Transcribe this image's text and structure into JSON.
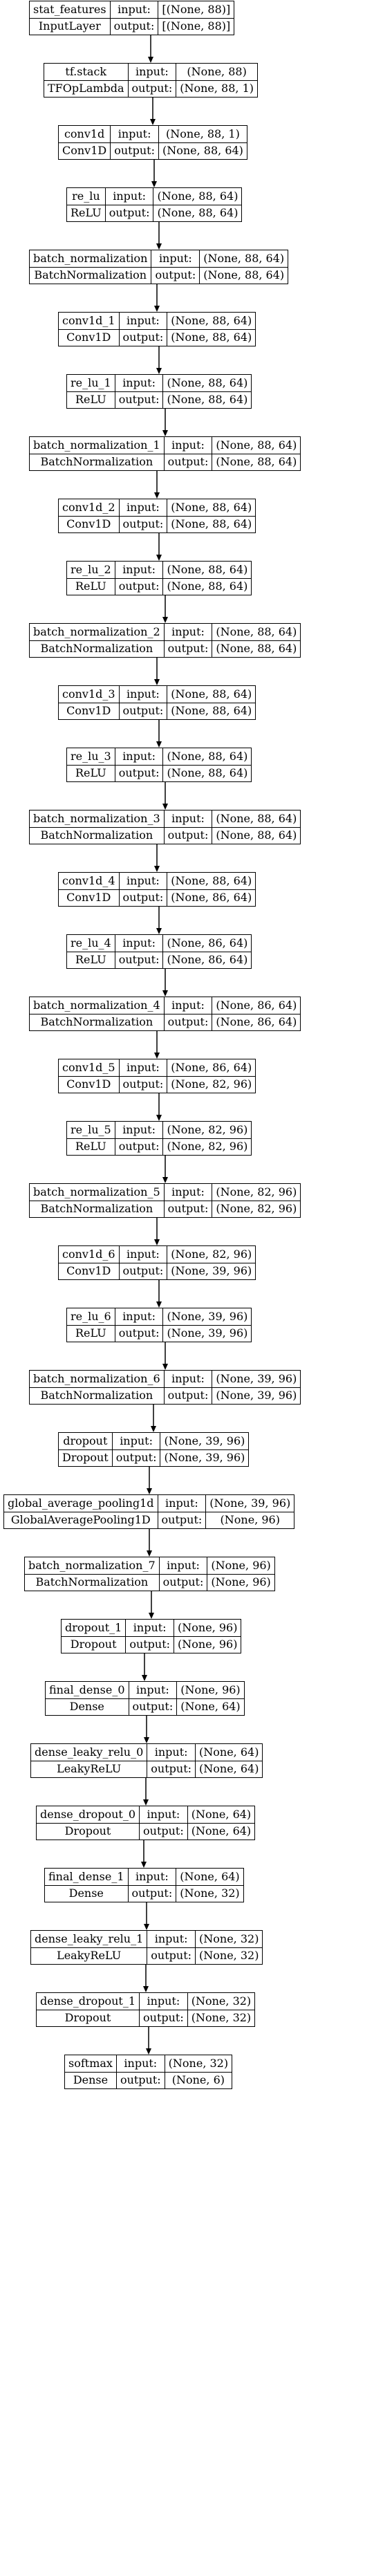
{
  "port_labels": {
    "input": "input:",
    "output": "output:"
  },
  "layers": [
    {
      "name": "stat_features",
      "type": "InputLayer",
      "input": "[(None, 88)]",
      "output": "[(None, 88)]"
    },
    {
      "name": "tf.stack",
      "type": "TFOpLambda",
      "input": "(None, 88)",
      "output": "(None, 88, 1)"
    },
    {
      "name": "conv1d",
      "type": "Conv1D",
      "input": "(None, 88, 1)",
      "output": "(None, 88, 64)"
    },
    {
      "name": "re_lu",
      "type": "ReLU",
      "input": "(None, 88, 64)",
      "output": "(None, 88, 64)"
    },
    {
      "name": "batch_normalization",
      "type": "BatchNormalization",
      "input": "(None, 88, 64)",
      "output": "(None, 88, 64)"
    },
    {
      "name": "conv1d_1",
      "type": "Conv1D",
      "input": "(None, 88, 64)",
      "output": "(None, 88, 64)"
    },
    {
      "name": "re_lu_1",
      "type": "ReLU",
      "input": "(None, 88, 64)",
      "output": "(None, 88, 64)"
    },
    {
      "name": "batch_normalization_1",
      "type": "BatchNormalization",
      "input": "(None, 88, 64)",
      "output": "(None, 88, 64)"
    },
    {
      "name": "conv1d_2",
      "type": "Conv1D",
      "input": "(None, 88, 64)",
      "output": "(None, 88, 64)"
    },
    {
      "name": "re_lu_2",
      "type": "ReLU",
      "input": "(None, 88, 64)",
      "output": "(None, 88, 64)"
    },
    {
      "name": "batch_normalization_2",
      "type": "BatchNormalization",
      "input": "(None, 88, 64)",
      "output": "(None, 88, 64)"
    },
    {
      "name": "conv1d_3",
      "type": "Conv1D",
      "input": "(None, 88, 64)",
      "output": "(None, 88, 64)"
    },
    {
      "name": "re_lu_3",
      "type": "ReLU",
      "input": "(None, 88, 64)",
      "output": "(None, 88, 64)"
    },
    {
      "name": "batch_normalization_3",
      "type": "BatchNormalization",
      "input": "(None, 88, 64)",
      "output": "(None, 88, 64)"
    },
    {
      "name": "conv1d_4",
      "type": "Conv1D",
      "input": "(None, 88, 64)",
      "output": "(None, 86, 64)"
    },
    {
      "name": "re_lu_4",
      "type": "ReLU",
      "input": "(None, 86, 64)",
      "output": "(None, 86, 64)"
    },
    {
      "name": "batch_normalization_4",
      "type": "BatchNormalization",
      "input": "(None, 86, 64)",
      "output": "(None, 86, 64)"
    },
    {
      "name": "conv1d_5",
      "type": "Conv1D",
      "input": "(None, 86, 64)",
      "output": "(None, 82, 96)"
    },
    {
      "name": "re_lu_5",
      "type": "ReLU",
      "input": "(None, 82, 96)",
      "output": "(None, 82, 96)"
    },
    {
      "name": "batch_normalization_5",
      "type": "BatchNormalization",
      "input": "(None, 82, 96)",
      "output": "(None, 82, 96)"
    },
    {
      "name": "conv1d_6",
      "type": "Conv1D",
      "input": "(None, 82, 96)",
      "output": "(None, 39, 96)"
    },
    {
      "name": "re_lu_6",
      "type": "ReLU",
      "input": "(None, 39, 96)",
      "output": "(None, 39, 96)"
    },
    {
      "name": "batch_normalization_6",
      "type": "BatchNormalization",
      "input": "(None, 39, 96)",
      "output": "(None, 39, 96)"
    },
    {
      "name": "dropout",
      "type": "Dropout",
      "input": "(None, 39, 96)",
      "output": "(None, 39, 96)"
    },
    {
      "name": "global_average_pooling1d",
      "type": "GlobalAveragePooling1D",
      "input": "(None, 39, 96)",
      "output": "(None, 96)"
    },
    {
      "name": "batch_normalization_7",
      "type": "BatchNormalization",
      "input": "(None, 96)",
      "output": "(None, 96)"
    },
    {
      "name": "dropout_1",
      "type": "Dropout",
      "input": "(None, 96)",
      "output": "(None, 96)"
    },
    {
      "name": "final_dense_0",
      "type": "Dense",
      "input": "(None, 96)",
      "output": "(None, 64)"
    },
    {
      "name": "dense_leaky_relu_0",
      "type": "LeakyReLU",
      "input": "(None, 64)",
      "output": "(None, 64)"
    },
    {
      "name": "dense_dropout_0",
      "type": "Dropout",
      "input": "(None, 64)",
      "output": "(None, 64)"
    },
    {
      "name": "final_dense_1",
      "type": "Dense",
      "input": "(None, 64)",
      "output": "(None, 32)"
    },
    {
      "name": "dense_leaky_relu_1",
      "type": "LeakyReLU",
      "input": "(None, 32)",
      "output": "(None, 32)"
    },
    {
      "name": "dense_dropout_1",
      "type": "Dropout",
      "input": "(None, 32)",
      "output": "(None, 32)"
    },
    {
      "name": "softmax",
      "type": "Dense",
      "input": "(None, 32)",
      "output": "(None, 6)"
    }
  ]
}
